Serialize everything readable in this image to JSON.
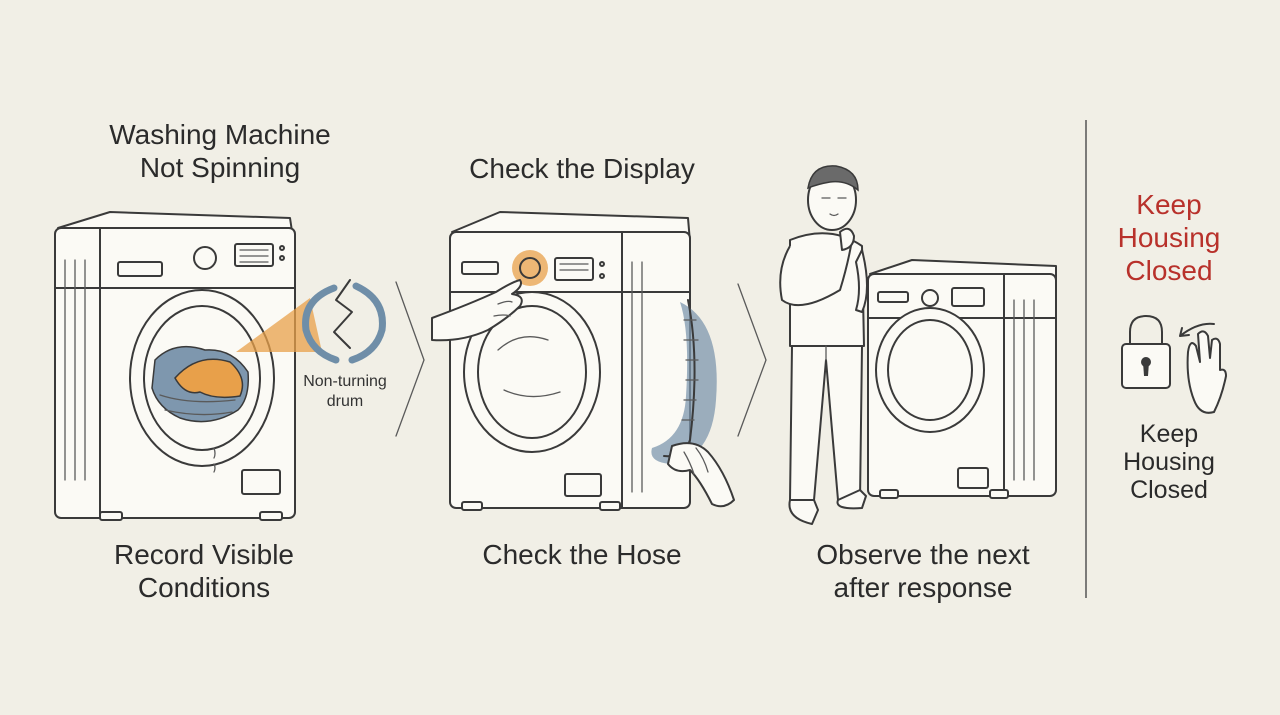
{
  "colors": {
    "background": "#f1efe6",
    "ink": "#2b2b2b",
    "accent_red": "#b8312b",
    "highlight_orange": "#e8a04a",
    "highlight_blue": "#6f8ea8"
  },
  "steps": [
    {
      "title_lines": [
        "Washing Machine",
        "Not Spinning"
      ],
      "caption_lines": [
        "Record Visible",
        "Conditions"
      ],
      "callout_lines": [
        "Non-turning",
        "drum"
      ],
      "icon": "washing-machine-icon"
    },
    {
      "title_lines": [
        "Check the Display"
      ],
      "caption_lines": [
        "Check the Hose"
      ],
      "icon": "washing-machine-icon"
    },
    {
      "caption_lines": [
        "Observe the next",
        "after response"
      ],
      "icon": "thinking-person-icon"
    }
  ],
  "side_panel": {
    "heading_lines": [
      "Keep",
      "Housing",
      "Closed"
    ],
    "label_lines": [
      "Keep",
      "Housing",
      "Closed"
    ],
    "icons": [
      "padlock-icon",
      "hand-icon"
    ]
  }
}
